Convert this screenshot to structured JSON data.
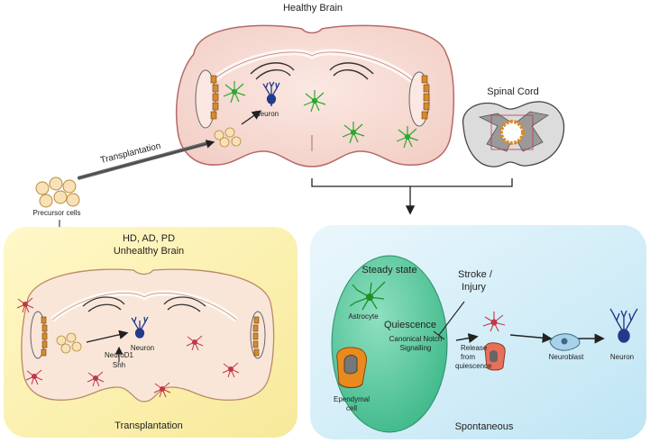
{
  "labels": {
    "healthy_brain": "Healthy Brain",
    "spinal_cord": "Spinal Cord",
    "neuron_top": "Neuron",
    "transplantation_arrow": "Transplantation",
    "precursor_cells": "Precursor cells",
    "hd_ad_pd": "HD, AD, PD",
    "unhealthy_brain": "Unhealthy Brain",
    "neuron_bottom": "Neuron",
    "neurod1": "NeuroD1",
    "shh": "Shh",
    "transplantation_panel": "Transplantation",
    "steady_state": "Steady state",
    "astrocyte": "Astrocyte",
    "quiescence": "Quiescence",
    "canonical_notch": "Canonical Notch",
    "signalling": "Signalling",
    "ependymal": "Ependymal",
    "ependymal_cell": "cell",
    "stroke": "Stroke /",
    "injury": "Injury",
    "release": "Release",
    "from": "from",
    "quiescence_small": "quiescence",
    "neuroblast": "Neuroblast",
    "neuron_right": "Neuron",
    "spontaneous": "Spontaneous"
  },
  "colors": {
    "brain_fill": "#f7d9d2",
    "brain_stroke": "#b56a68",
    "yellow_panel": "#fbf3b0",
    "blue_panel": "#d5eef8",
    "oval_fill": "#5bcba0",
    "astrocyte_green": "#2ea82e",
    "reactive_red": "#c0384a",
    "neuron_blue": "#223a8a",
    "ependymal_orange": "#e88a1e",
    "neuroblast_blue": "#a8d2ea"
  }
}
